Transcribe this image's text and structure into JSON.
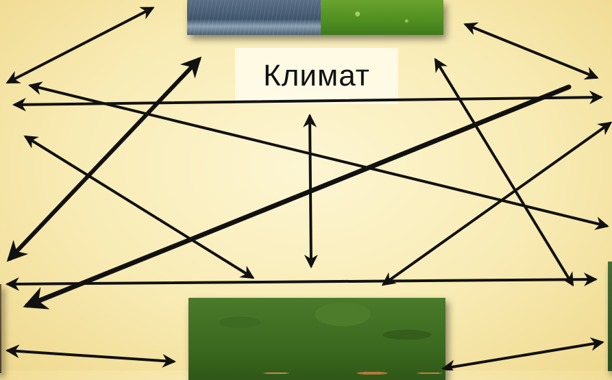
{
  "title": "Климат",
  "colors": {
    "background": "#f8ebb4",
    "arrows": "#111111",
    "title_box": "#fffdf0"
  },
  "images": {
    "top": [
      "rain-photo",
      "grass-photo"
    ],
    "bottom": "forest-animals-photo"
  }
}
